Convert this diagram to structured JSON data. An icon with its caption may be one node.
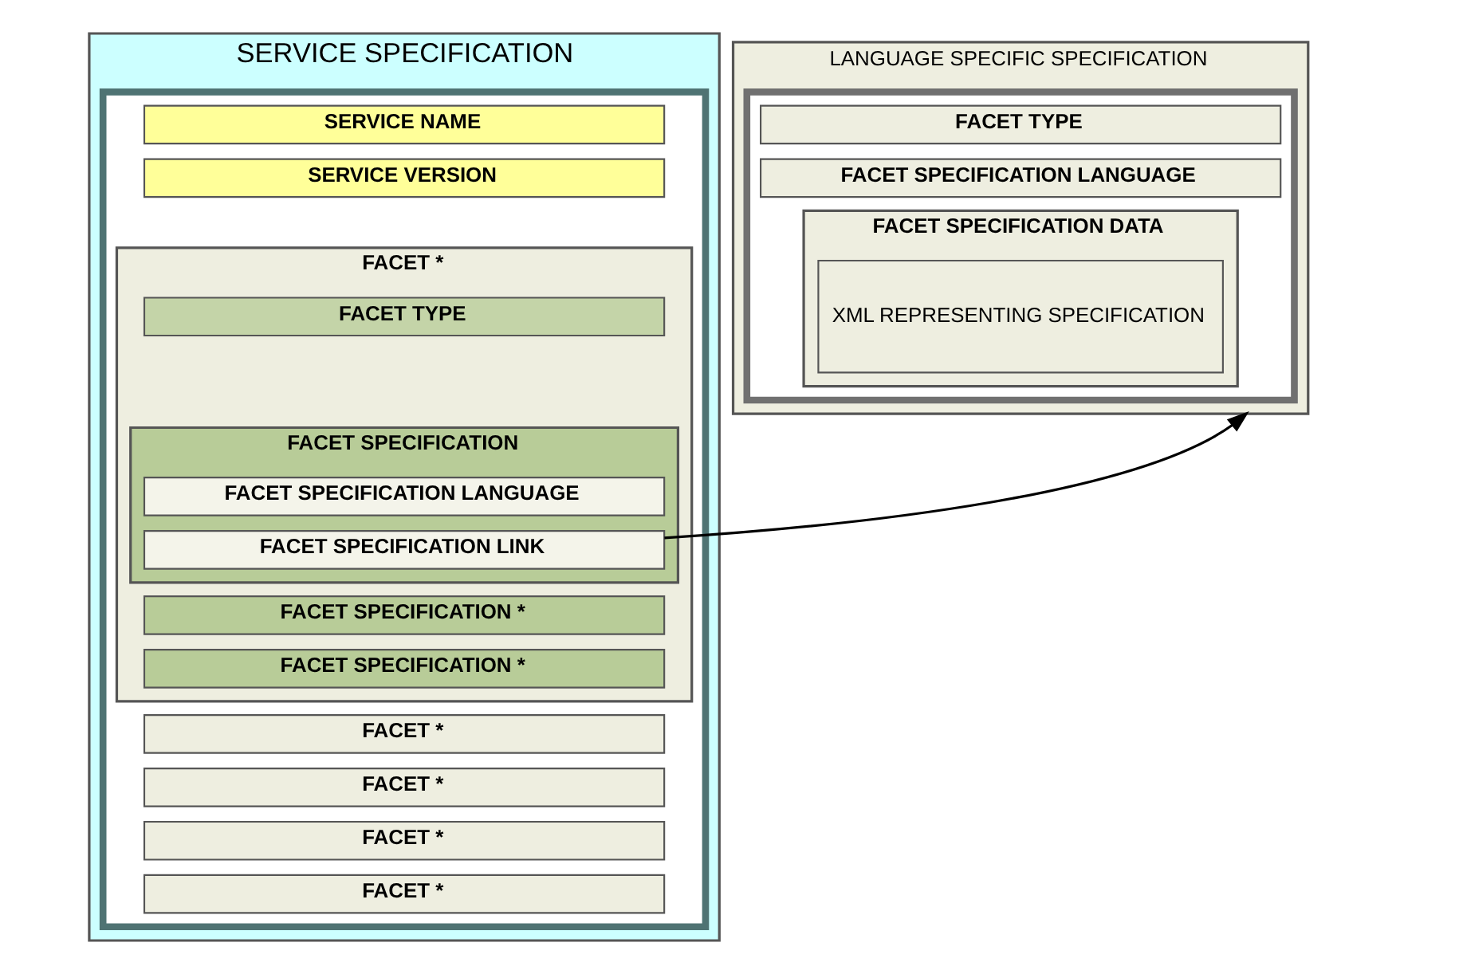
{
  "diagram": {
    "nodes": [
      {
        "text": [
          "SERVICE SPECIFICATION"
        ]
      },
      {
        "text": [],
        "shape": "box",
        "in": 0
      },
      {
        "text": [
          "SERVICE NAME"
        ],
        "in": 1
      },
      {
        "text": [
          "SERVICE VERSION"
        ],
        "in": 1
      },
      {
        "text": [
          "FACET *"
        ],
        "in": 1
      },
      {
        "text": [
          "FACET TYPE"
        ],
        "in": 4
      },
      {
        "text": [
          "FACET SPECIFICATION"
        ],
        "in": 4
      },
      {
        "text": [
          "FACET SPECIFICATION LANGUAGE"
        ],
        "in": 6
      },
      {
        "text": [
          "FACET SPECIFICATION LINK"
        ],
        "in": 6
      },
      {
        "text": [
          "FACET SPECIFICATION *"
        ],
        "in": 4
      },
      {
        "text": [
          "FACET SPECIFICATION *"
        ],
        "in": 4
      },
      {
        "text": [
          "FACET *"
        ],
        "in": 1
      },
      {
        "text": [
          "FACET *"
        ],
        "in": 1
      },
      {
        "text": [
          "FACET *"
        ],
        "in": 1
      },
      {
        "text": [
          "FACET *"
        ],
        "in": 1
      },
      {
        "text": [
          "LANGUAGE SPECIFIC SPECIFICATION"
        ]
      },
      {
        "text": [],
        "shape": "box",
        "in": 15
      },
      {
        "text": [
          "FACET TYPE"
        ],
        "in": 16
      },
      {
        "text": [
          "FACET SPECIFICATION LANGUAGE"
        ],
        "in": 16
      },
      {
        "text": [
          "FACET SPECIFICATION DATA"
        ],
        "in": 16
      },
      {
        "text": [
          "XML REPRESENTING SPECIFICATION"
        ],
        "in": 19
      }
    ],
    "edges": [
      {
        "from": 8,
        "to": 15,
        "arrow": "to"
      }
    ]
  }
}
